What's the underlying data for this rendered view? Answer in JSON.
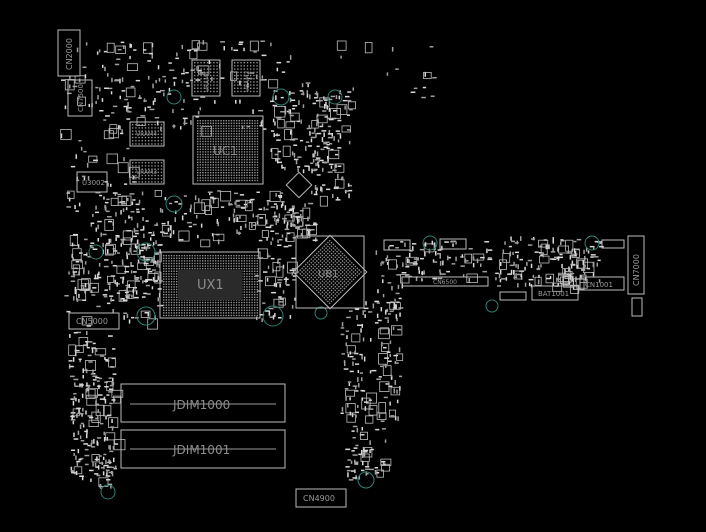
{
  "components": {
    "cn2000": "CN2000",
    "cn7500": "CN7500",
    "u3002": "U3002",
    "vram1": "VRAM1",
    "vram2": "VRAM2",
    "vram4": "VRAM4",
    "vram3": "VRAM3",
    "uc1": "UC1",
    "ux1": "UX1",
    "ub1": "UB1",
    "cn5000": "CN5000",
    "cn6500": "CN6500",
    "bat1001": "BAT1001",
    "cn1001": "CN1001",
    "cn7000": "CN7000",
    "jdim1000": "JDIM1000",
    "jdim1001": "JDIM1001",
    "cn4900": "CN4900"
  },
  "colors": {
    "background": "#000000",
    "silkscreen": "#bdbdbd",
    "label": "#9a9a9a",
    "via_ring": "#2f7f73"
  }
}
